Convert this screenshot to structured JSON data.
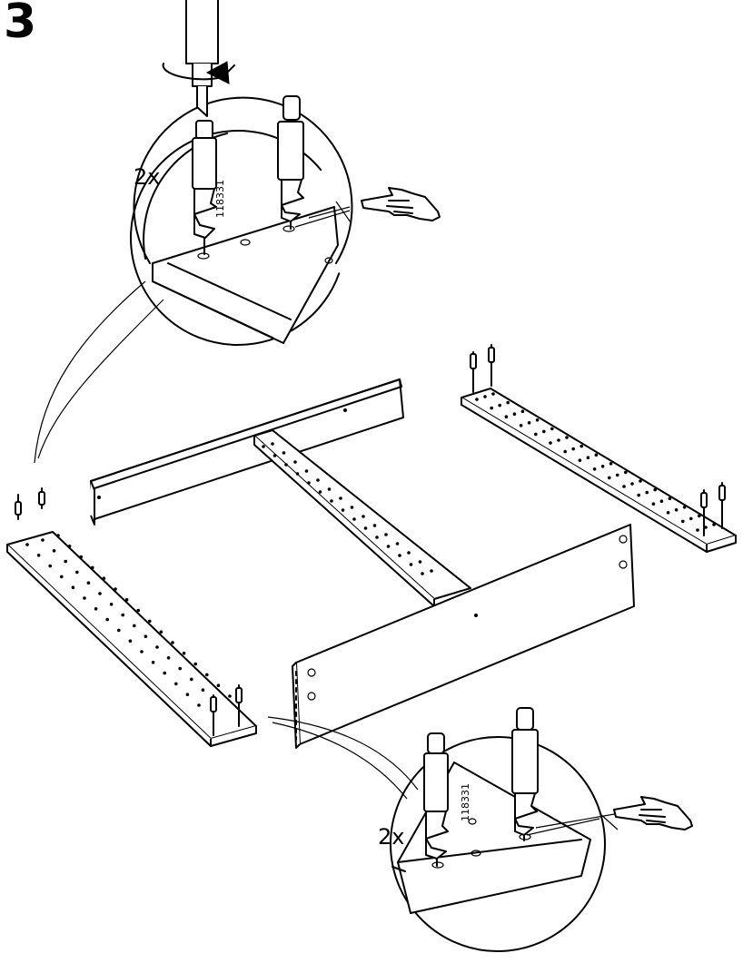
{
  "step": {
    "number": "3"
  },
  "detail_top": {
    "quantity": "2x",
    "part_number": "118331"
  },
  "detail_bottom": {
    "quantity": "2x",
    "part_number": "118331"
  }
}
